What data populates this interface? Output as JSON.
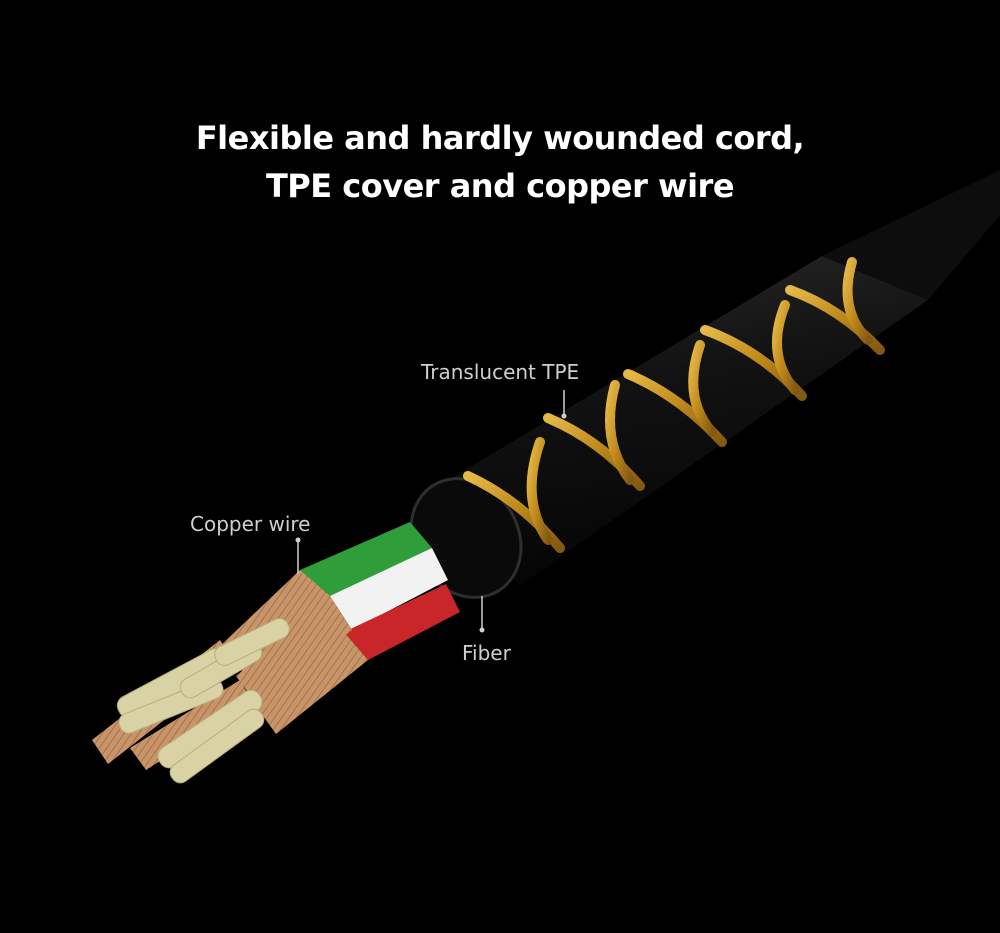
{
  "headline": {
    "line1": "Flexible and hardly wounded cord,",
    "line2": "TPE cover and copper wire"
  },
  "callouts": {
    "translucent_tpe": "Translucent TPE",
    "copper_wire": "Copper wire",
    "fiber": "Fiber"
  },
  "colors": {
    "background": "#000000",
    "jacket": "#141414",
    "braid_gold": "#d9a324",
    "insulation_green": "#2f9e3a",
    "insulation_white": "#f2f2f2",
    "insulation_red": "#c9262a",
    "copper": "#c8946a",
    "strand_cream": "#d9d2a4"
  }
}
